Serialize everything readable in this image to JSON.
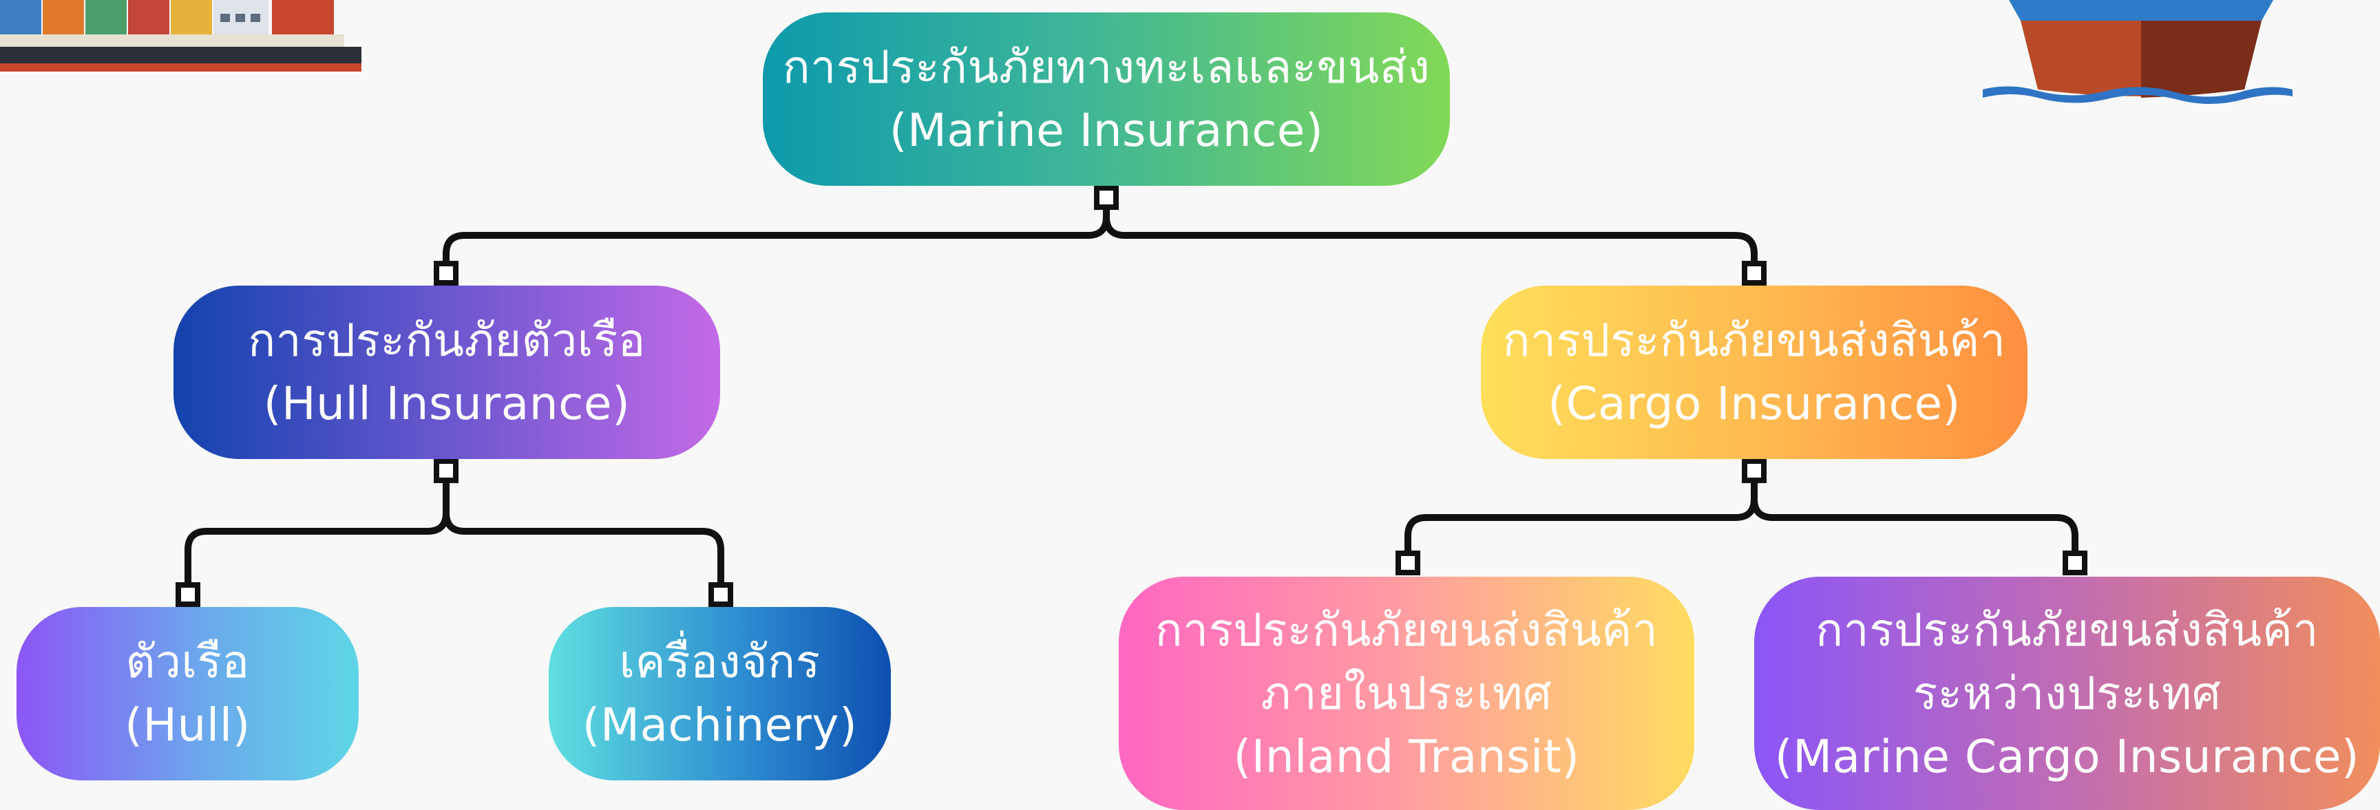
{
  "diagram": {
    "root": {
      "line1": "การประกันภัยทางทะเลและขนส่ง",
      "line2": "(Marine Insurance)"
    },
    "hull": {
      "line1": "การประกันภัยตัวเรือ",
      "line2": "(Hull Insurance)"
    },
    "cargo": {
      "line1": "การประกันภัยขนส่งสินค้า",
      "line2": "(Cargo Insurance)"
    },
    "hull_sub": {
      "line1": "ตัวเรือ",
      "line2": "(Hull)"
    },
    "machinery": {
      "line1": "เครื่องจักร",
      "line2": "(Machinery)"
    },
    "inland": {
      "line1": "การประกันภัยขนส่งสินค้า",
      "line2": "ภายในประเทศ",
      "line3": "(Inland Transit)"
    },
    "marine_cargo": {
      "line1": "การประกันภัยขนส่งสินค้า",
      "line2": "ระหว่างประเทศ",
      "line3": "(Marine Cargo Insurance)"
    }
  },
  "colors": {
    "connector": "#111111",
    "text": "#ffffff",
    "background": "#f8f8f8"
  },
  "decorations": {
    "top_left": "container-ship-icon",
    "top_right": "ship-hull-icon"
  }
}
